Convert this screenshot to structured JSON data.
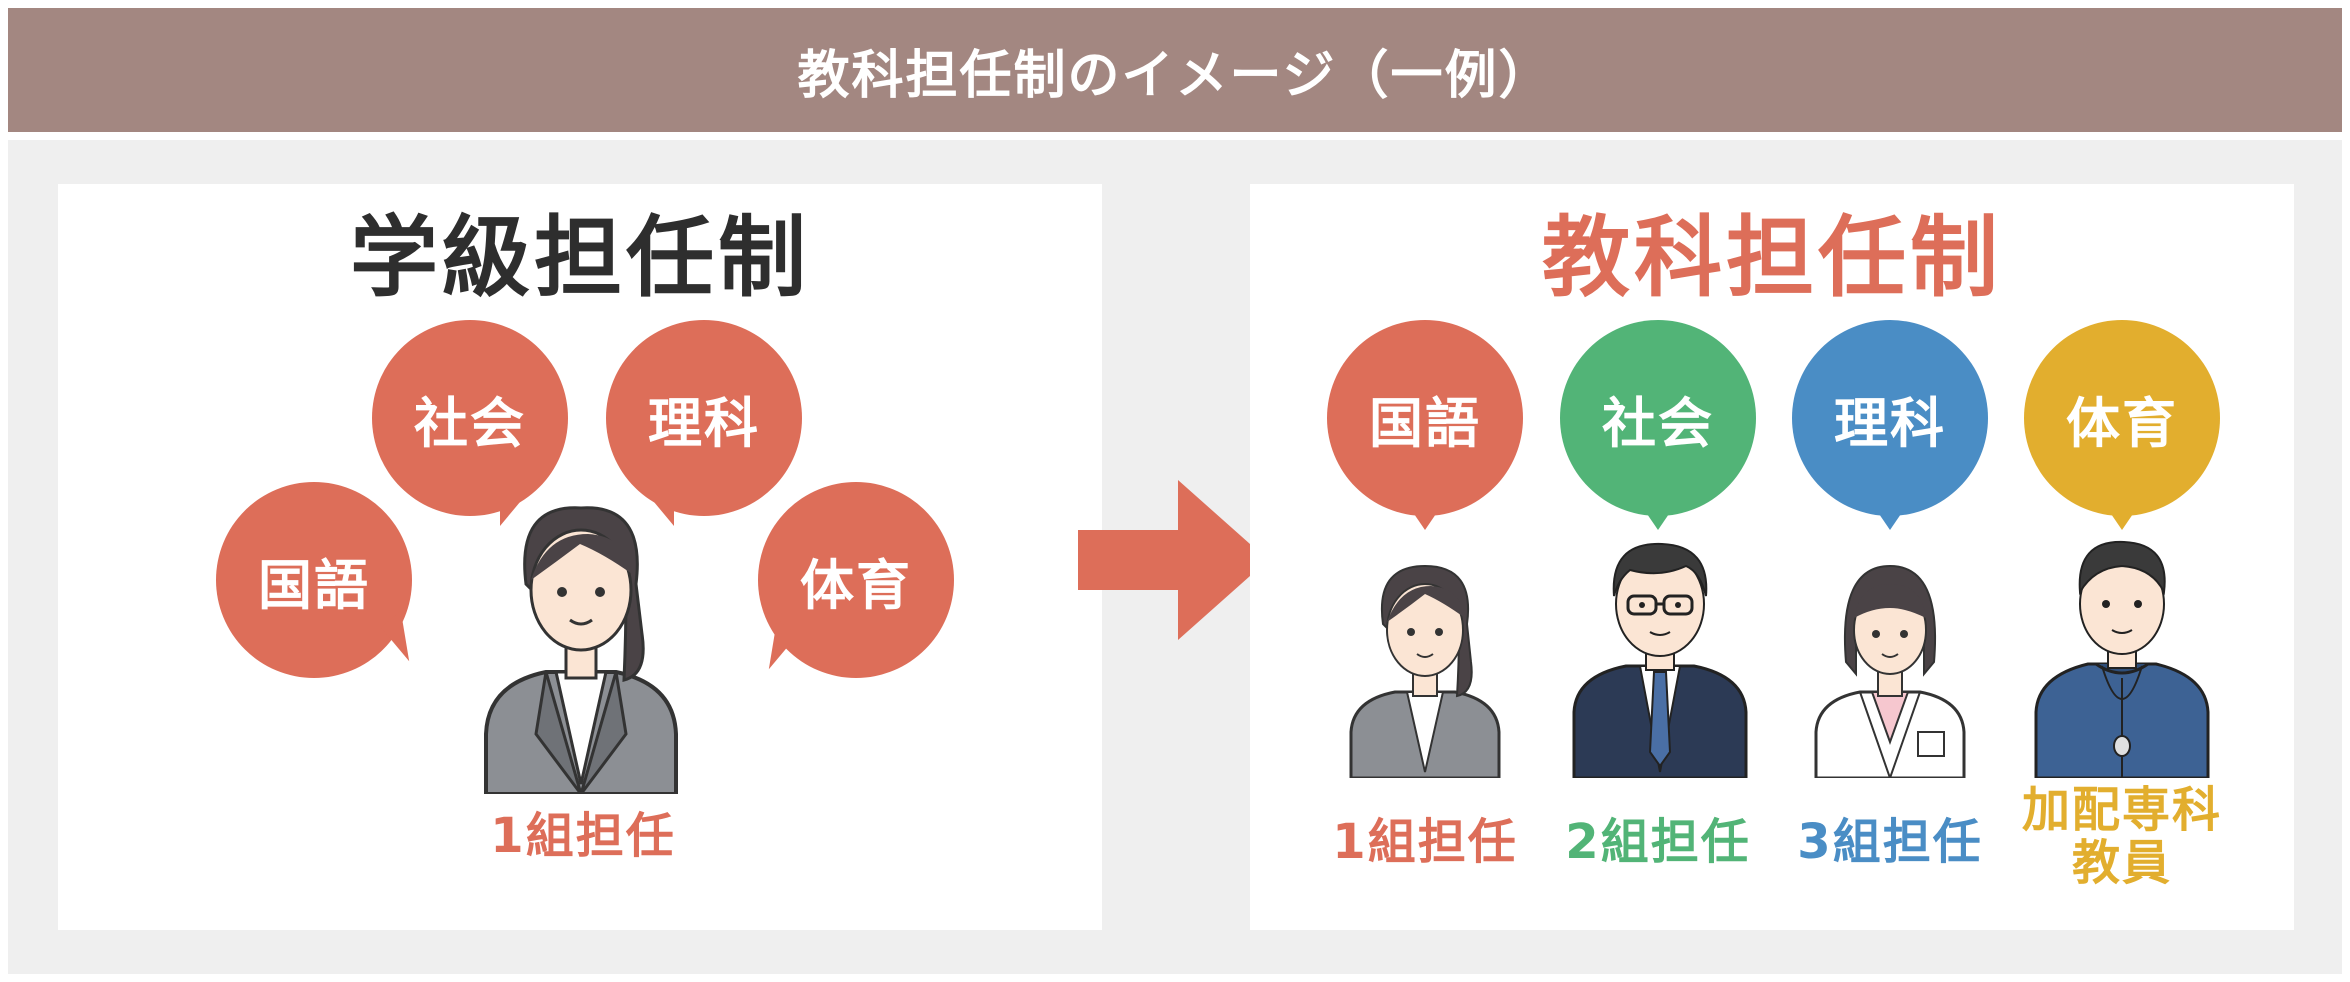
{
  "header": {
    "title": "教科担任制のイメージ（一例）"
  },
  "left": {
    "title": "学級担任制",
    "subjects": [
      "国語",
      "社会",
      "理科",
      "体育"
    ],
    "teacher_label": "1組担任"
  },
  "right": {
    "title": "教科担任制",
    "teachers": [
      {
        "subject": "国語",
        "label": "1組担任"
      },
      {
        "subject": "社会",
        "label": "2組担任"
      },
      {
        "subject": "理科",
        "label": "3組担任"
      },
      {
        "subject": "体育",
        "label_line1": "加配専科",
        "label_line2": "教員"
      }
    ]
  },
  "colors": {
    "red": "#dd6e59",
    "green": "#52b477",
    "blue": "#4a8dc5",
    "yellow": "#e2ae2e",
    "header": "#a38781"
  }
}
